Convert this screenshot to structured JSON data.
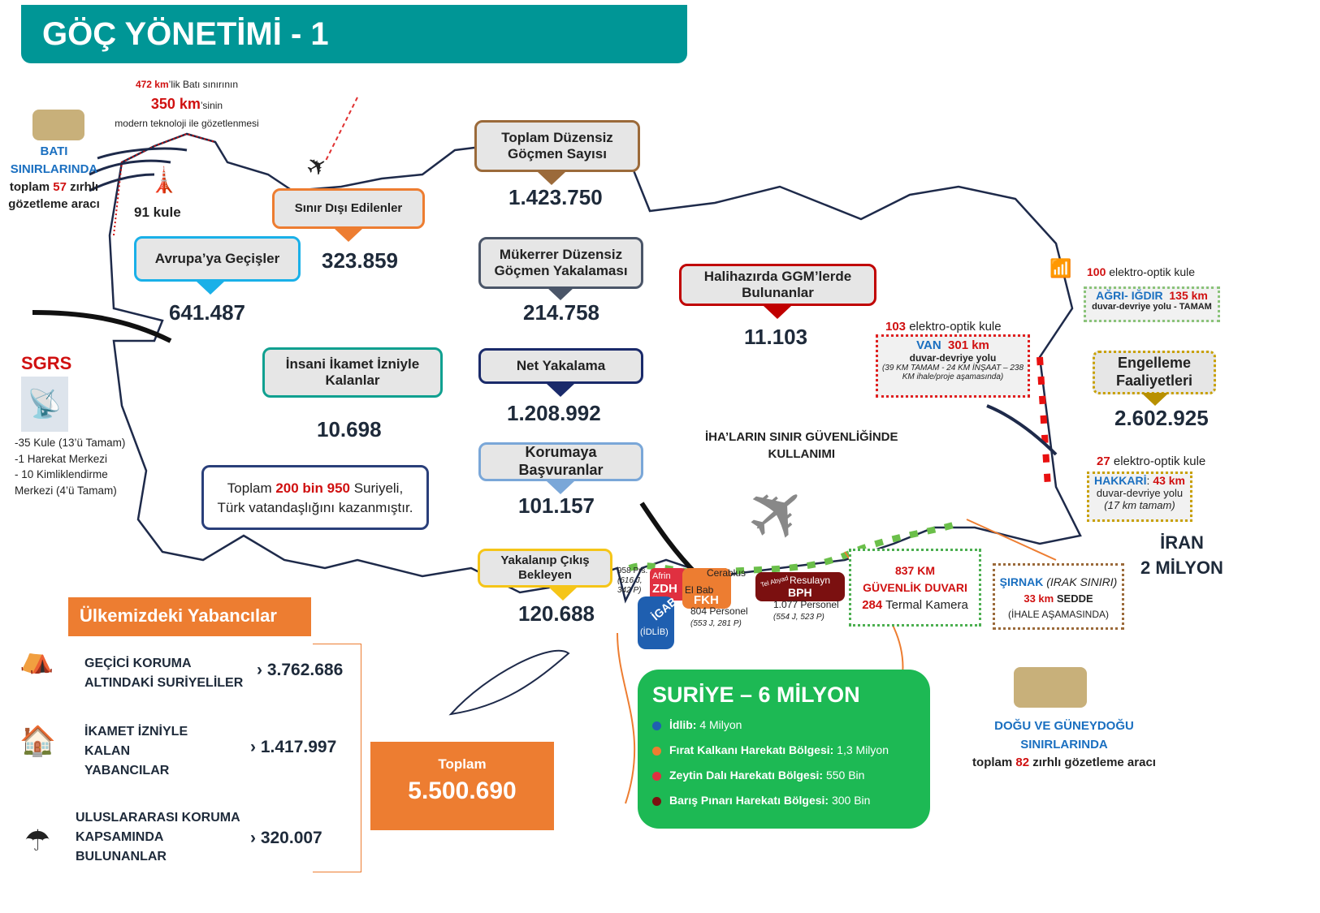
{
  "title": "GÖÇ YÖNETİMİ - 1",
  "west": {
    "km_total": "472 km",
    "km_total_rest": "’lik Batı sınırının",
    "km_watched": "350 km",
    "km_watched_rest": "’sinin",
    "line3": "modern teknoloji ile gözetlenmesi",
    "label1": "BATI",
    "label2": "SINIRLARINDA",
    "label3a": "toplam ",
    "vehicles": "57",
    "label3b": " zırhlı",
    "label4": "gözetleme aracı",
    "towers": "91 kule"
  },
  "sgrs": {
    "title": "SGRS",
    "lines": [
      "-35 Kule (13’ü Tamam)",
      "-1 Harekat Merkezi",
      "- 10 Kimliklendirme",
      "Merkezi (4’ü Tamam)"
    ]
  },
  "stats": {
    "toplam_duzensiz": {
      "label": "Toplam Düzensiz Göçmen Sayısı",
      "value": "1.423.750"
    },
    "sinir_disi": {
      "label": "Sınır Dışı Edilenler",
      "value": "323.859"
    },
    "avrupa": {
      "label": "Avrupa’ya Geçişler",
      "value": "641.487"
    },
    "mukerrer": {
      "label": "Mükerrer Düzensiz Göçmen Yakalaması",
      "value": "214.758"
    },
    "ggm": {
      "label": "Halihazırda GGM’lerde Bulunanlar",
      "value": "11.103"
    },
    "insani": {
      "label": "İnsani İkamet İzniyle Kalanlar",
      "value": "10.698"
    },
    "net": {
      "label": "Net Yakalama",
      "value": "1.208.992"
    },
    "koruma": {
      "label": "Korumaya Başvuranlar",
      "value": "101.157"
    },
    "yakalanip": {
      "label": "Yakalanıp Çıkış Bekleyen",
      "value": "120.688"
    },
    "engelleme": {
      "label": "Engelleme Faaliyetleri",
      "value": "2.602.925"
    }
  },
  "citizenship": {
    "a": "Toplam ",
    "b": "200 bin 950",
    "c": " Suriyeli,",
    "d": "Türk vatandaşlığını kazanmıştır."
  },
  "east": {
    "agri_towers": "100",
    "agri_towers_label": " elektro-optik kule",
    "agri_name": "AĞRI- IĞDIR",
    "agri_km": "135 km",
    "agri_sub": "duvar-devriye yolu - TAMAM",
    "van_towers": "103",
    "van_towers_label": " elektro-optik kule",
    "van_name": "VAN",
    "van_km": "301 km",
    "van_sub1": "duvar-devriye yolu",
    "van_sub2": "(39 KM TAMAM - 24 KM İNŞAAT – 238 KM ihale/proje aşamasında)",
    "hakkari_towers": "27",
    "hakkari_towers_label": " elektro-optik kule",
    "hakkari_name": "HAKKARİ",
    "hakkari_km": "43 km",
    "hakkari_sub1": "duvar-devriye yolu",
    "hakkari_sub2": "(17 km tamam)",
    "iran1": "İRAN",
    "iran2": "2 MİLYON",
    "sirnak_name": "ŞIRNAK",
    "sirnak_paren": " (IRAK SINIRI)",
    "sirnak_km": "33 km",
    "sirnak_sedde": " SEDDE",
    "sirnak_sub": "(İHALE AŞAMASINDA)",
    "se1": "DOĞU VE GÜNEYDOĞU",
    "se2": "SINIRLARINDA",
    "se3a": "toplam ",
    "se_vehicles": "82",
    "se3b": " zırhlı gözetleme aracı"
  },
  "wall": {
    "km": "837 KM",
    "label": "GÜVENLİK DUVARI",
    "cams": "284",
    "cams_label": " Termal Kamera"
  },
  "uav": {
    "line1": "İHA’LARIN SINIR GÜVENLİĞİNDE",
    "line2": "KULLANIMI"
  },
  "syria_map": {
    "zdh_personnel": "958 Prs.",
    "zdh_split": "(616 J, 342 P)",
    "afrin": "Afrin",
    "zdh": "ZDH",
    "el_bab": "El Bab",
    "cerablus": "Cerablus",
    "fkh": "FKH",
    "fkh_personnel": "804 Personel",
    "fkh_split": "(553 J, 281 P)",
    "tel_abyad": "Tel Abyad",
    "resulayn": "Resulayn",
    "bph": "BPH",
    "bph_personnel": "1.077 Personel",
    "bph_split": "(554 J, 523 P)",
    "igab": "İGAB",
    "idlib": "(İDLİB)"
  },
  "syria": {
    "title": "SURİYE – 6 MİLYON",
    "items": [
      {
        "name": "İdlib:",
        "value": " 4 Milyon",
        "color": "#1f5fb0"
      },
      {
        "name": "Fırat Kalkanı Harekatı Bölgesi:",
        "value": " 1,3 Milyon",
        "color": "#ed7d31"
      },
      {
        "name": "Zeytin Dalı Harekatı Bölgesi:",
        "value": " 550 Bin",
        "color": "#e03040"
      },
      {
        "name": "Barış Pınarı Harekatı Bölgesi:",
        "value": " 300 Bin",
        "color": "#7b1010"
      }
    ]
  },
  "foreigners": {
    "title": "Ülkemizdeki Yabancılar",
    "items": [
      {
        "label": "GEÇİCİ KORUMA ALTINDAKİ SURİYELİLER",
        "value": "3.762.686"
      },
      {
        "label": "İKAMET İZNİYLE KALAN YABANCILAR",
        "value": "1.417.997"
      },
      {
        "label": "ULUSLARARASI KORUMA KAPSAMINDA BULUNANLAR",
        "value": "320.007"
      }
    ],
    "total_label": "Toplam",
    "total_value": "5.500.690"
  },
  "colors": {
    "teal": "#009696",
    "orange": "#ed7d31",
    "green": "#1db954",
    "red": "#c00000"
  }
}
